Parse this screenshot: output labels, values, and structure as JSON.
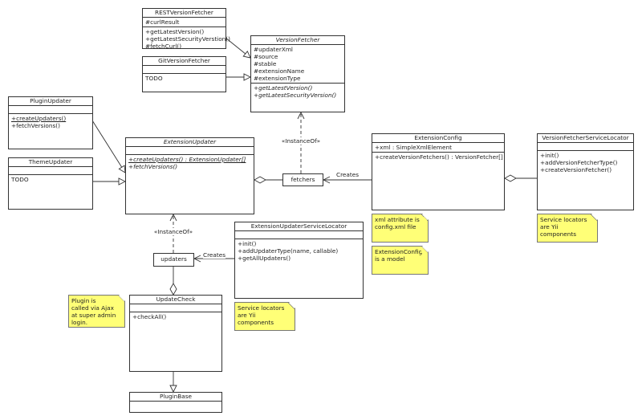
{
  "classes": [
    {
      "id": "rest",
      "name": "RESTVersionFetcher",
      "abstract": false,
      "attributes": [
        {
          "text": "#curlResult"
        }
      ],
      "operations": [
        {
          "text": "+getLatestVersion()"
        },
        {
          "text": "+getLatestSecurityVerstion()"
        },
        {
          "text": "#fetchCurl()"
        }
      ]
    },
    {
      "id": "git",
      "name": "GitVersionFetcher",
      "abstract": false,
      "attributes": [],
      "operations": [
        {
          "text": "TODO"
        }
      ]
    },
    {
      "id": "vf",
      "name": "VersionFetcher",
      "abstract": true,
      "attributes": [
        {
          "text": "#updaterXml"
        },
        {
          "text": "#source"
        },
        {
          "text": "#stable"
        },
        {
          "text": "#extensionName"
        },
        {
          "text": "#extensionType"
        }
      ],
      "operations": [
        {
          "text": "+getLatestVersion()",
          "italic": true
        },
        {
          "text": "+getLatestSecurityVersion()",
          "italic": true
        }
      ]
    },
    {
      "id": "plugin",
      "name": "PluginUpdater",
      "abstract": false,
      "attributes": [],
      "operations": [
        {
          "text": "+createUpdaters()",
          "static": true
        },
        {
          "text": "+fetchVersions()"
        }
      ]
    },
    {
      "id": "theme",
      "name": "ThemeUpdater",
      "abstract": false,
      "attributes": [],
      "operations": [
        {
          "text": "TODO"
        }
      ]
    },
    {
      "id": "eu",
      "name": "ExtensionUpdater",
      "abstract": true,
      "attributes": [],
      "operations": [
        {
          "text": "+createUpdaters() : ExtensionUpdater[]",
          "italic": true,
          "static": true
        },
        {
          "text": "+fetchVersions()",
          "italic": true
        }
      ]
    },
    {
      "id": "ec",
      "name": "ExtensionConfig",
      "abstract": false,
      "attributes": [
        {
          "text": "+xml : SimpleXmlElement"
        }
      ],
      "operations": [
        {
          "text": "+createVersionFetchers() : VersionFetcher[]"
        }
      ]
    },
    {
      "id": "vfsl",
      "name": "VersionFetcherServiceLocator",
      "abstract": false,
      "attributes": [],
      "operations": [
        {
          "text": "+init()"
        },
        {
          "text": "+addVersionFetcherType()"
        },
        {
          "text": "+createVersionFetcher()"
        }
      ]
    },
    {
      "id": "eusl",
      "name": "ExtensionUpdaterServiceLocator",
      "abstract": false,
      "attributes": [],
      "operations": [
        {
          "text": "+init()"
        },
        {
          "text": "+addUpdaterType(name, callable)"
        },
        {
          "text": "+getAllUpdaters()"
        }
      ]
    },
    {
      "id": "uc",
      "name": "UpdateCheck",
      "abstract": false,
      "attributes": [],
      "operations": [
        {
          "text": "+checkAll()"
        }
      ]
    },
    {
      "id": "pb",
      "name": "PluginBase",
      "abstract": false,
      "attributes": null,
      "operations": null
    }
  ],
  "objects": [
    {
      "id": "fetchers",
      "name": "fetchers"
    },
    {
      "id": "updaters",
      "name": "updaters"
    }
  ],
  "notes": [
    {
      "id": "n_xml",
      "lines": [
        "xml attribute is",
        "config.xml file"
      ]
    },
    {
      "id": "n_model",
      "lines": [
        "ExtensionConfig",
        "is a model"
      ]
    },
    {
      "id": "n_sl_right",
      "lines": [
        "Service locators",
        "are Yii components"
      ]
    },
    {
      "id": "n_sl_mid",
      "lines": [
        "Service locators",
        "are Yii components"
      ]
    },
    {
      "id": "n_plugin",
      "lines": [
        "Plugin is",
        "called via Ajax",
        "at super admin",
        "login."
      ]
    }
  ],
  "labels": {
    "instance_of_fetchers": "«InstanceOf»",
    "instance_of_updaters": "«InstanceOf»",
    "creates_fetchers": "Creates",
    "creates_updaters": "Creates"
  },
  "colors": {
    "note_fill": "#ffff77",
    "line": "#333333"
  }
}
